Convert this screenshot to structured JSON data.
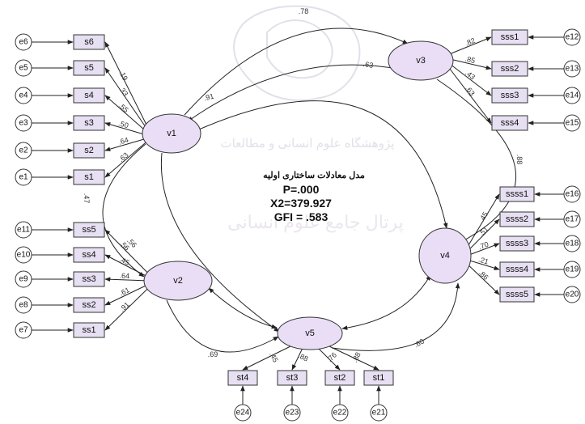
{
  "colors": {
    "node_fill": "#e7dff2",
    "latent_fill": "#e9def6",
    "stroke": "#333333",
    "watermark": "#e4dfe8"
  },
  "info": {
    "title": "مدل معادلات ساختاری اولیه",
    "p": "P=.000",
    "x2": "X2=379.927",
    "gfi": "GFI = .583"
  },
  "watermark": {
    "line1": "پژوهشگاه علوم انسانی و مطالعات",
    "line2": "پرتال جامع علوم انسانی"
  },
  "latents": [
    {
      "id": "v1",
      "label": "v1"
    },
    {
      "id": "v2",
      "label": "v2"
    },
    {
      "id": "v3",
      "label": "v3"
    },
    {
      "id": "v4",
      "label": "v4"
    },
    {
      "id": "v5",
      "label": "v5"
    }
  ],
  "indicators": {
    "v1": [
      {
        "box": "s6",
        "error": "e6",
        "loading": ".19"
      },
      {
        "box": "s5",
        "error": "e5",
        "loading": ".33"
      },
      {
        "box": "s4",
        "error": "e4",
        "loading": ".55"
      },
      {
        "box": "s3",
        "error": "e3",
        "loading": ".50"
      },
      {
        "box": "s2",
        "error": "e2",
        "loading": ".64"
      },
      {
        "box": "s1",
        "error": "e1",
        "loading": ".63"
      }
    ],
    "v2": [
      {
        "box": "ss5",
        "error": "e11",
        "loading": ".56"
      },
      {
        "box": "ss4",
        "error": "e10",
        "loading": ".45"
      },
      {
        "box": "ss3",
        "error": "e9",
        "loading": ".64"
      },
      {
        "box": "ss2",
        "error": "e8",
        "loading": ".61"
      },
      {
        "box": "ss1",
        "error": "e7",
        "loading": ".91"
      }
    ],
    "v3": [
      {
        "box": "sss1",
        "error": "e12",
        "loading": ".82"
      },
      {
        "box": "sss2",
        "error": "e13",
        "loading": ".85"
      },
      {
        "box": "sss3",
        "error": "e14",
        "loading": ".43"
      },
      {
        "box": "sss4",
        "error": "e15",
        "loading": ".63"
      }
    ],
    "v4": [
      {
        "box": "ssss1",
        "error": "e16",
        "loading": ".45"
      },
      {
        "box": "ssss2",
        "error": "e17",
        "loading": ".51"
      },
      {
        "box": "ssss3",
        "error": "e18",
        "loading": ".70"
      },
      {
        "box": "ssss4",
        "error": "e19",
        "loading": ".21"
      },
      {
        "box": "ssss5",
        "error": "e20",
        "loading": ".86"
      }
    ],
    "v5": [
      {
        "box": "st4",
        "error": "e24",
        "loading": ".45"
      },
      {
        "box": "st3",
        "error": "e23",
        "loading": ".88"
      },
      {
        "box": "st2",
        "error": "e22",
        "loading": ".76"
      },
      {
        "box": "st1",
        "error": "e21",
        "loading": ".88"
      }
    ]
  },
  "paths": [
    {
      "from": "v1",
      "to": "v3",
      "label": ".78"
    },
    {
      "from": "v3",
      "to": "v1",
      "label": ".91"
    },
    {
      "from": "v1",
      "to": "v4",
      "label": ".63"
    },
    {
      "from": "v3",
      "to": "v4",
      "label": ".88"
    },
    {
      "from": "v1",
      "to": "v2",
      "label": ".47"
    },
    {
      "from": "v1",
      "to": "v5",
      "label": ".56"
    },
    {
      "from": "v2",
      "to": "v5",
      "label": ".69"
    },
    {
      "from": "v5",
      "to": "v4",
      "label": ".60"
    }
  ]
}
